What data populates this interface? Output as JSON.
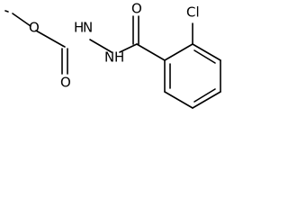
{
  "molecule": {
    "atoms": {
      "carbamate_oxygen": "O",
      "carbamate_carbonyl_oxygen": "O",
      "hydrazine_nh_left": "H",
      "hydrazine_n_left": "N",
      "hydrazine_n_right": "N",
      "hydrazine_nh_right": "H",
      "amide_carbonyl_oxygen": "O",
      "chlorine": "Cl"
    }
  },
  "colors": {
    "bond": "#000000",
    "label": "#000000",
    "background": "#ffffff"
  }
}
